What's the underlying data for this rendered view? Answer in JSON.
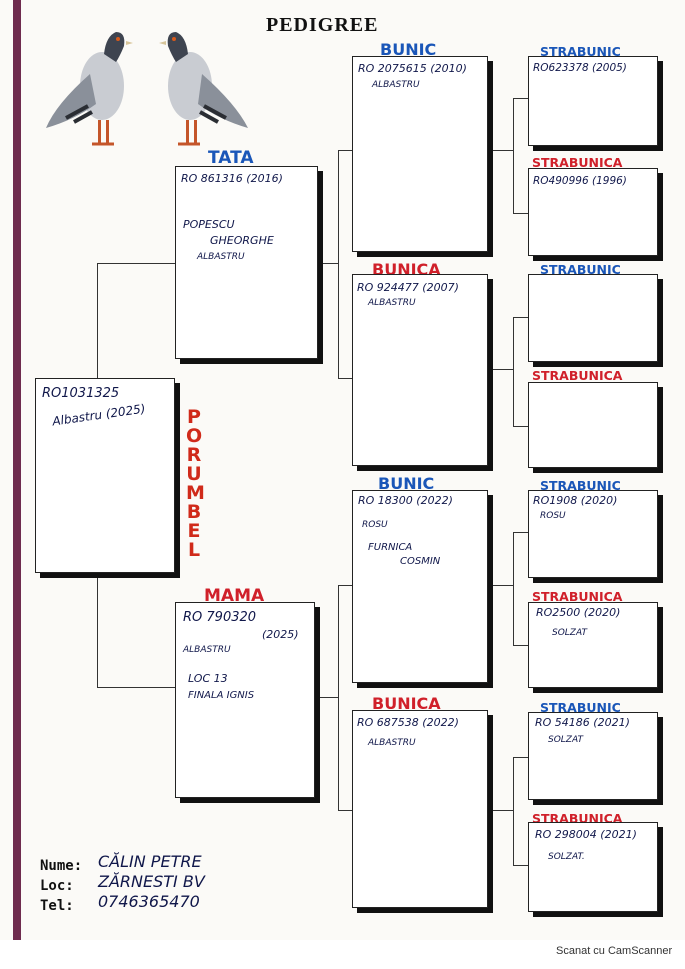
{
  "title": "PEDIGREE",
  "subject": {
    "vertical_label": "PORUMBEL",
    "ring": "RO1031325",
    "detail": "Albastru (2025)"
  },
  "tata": {
    "label": "TATA",
    "ring": "RO 861316 (2016)",
    "line2": "POPESCU",
    "line3": "GHEORGHE",
    "line4": "ALBASTRU"
  },
  "mama": {
    "label": "MAMA",
    "ring": "RO 790320",
    "year": "(2025)",
    "line2": "ALBASTRU",
    "line3": "LOC 13",
    "line4": "FINALA IGNIS"
  },
  "bunic_1": {
    "label": "BUNIC",
    "ring": "RO 2075615 (2010)",
    "line2": "ALBASTRU"
  },
  "bunica_1": {
    "label": "BUNICA",
    "ring": "RO 924477 (2007)",
    "line2": "ALBASTRU"
  },
  "bunic_2": {
    "label": "BUNIC",
    "ring": "RO 18300 (2022)",
    "line2": "ROSU",
    "line3": "FURNICA",
    "line4": "COSMIN"
  },
  "bunica_2": {
    "label": "BUNICA",
    "ring": "RO 687538 (2022)",
    "line2": "ALBASTRU"
  },
  "strabunic_1": {
    "label": "STRABUNIC",
    "ring": "RO623378 (2005)"
  },
  "strabunica_1": {
    "label": "STRABUNICA",
    "ring": "RO490996 (1996)"
  },
  "strabunic_2": {
    "label": "STRABUNIC",
    "ring": ""
  },
  "strabunica_2": {
    "label": "STRABUNICA",
    "ring": ""
  },
  "strabunic_3": {
    "label": "STRABUNIC",
    "ring": "RO1908 (2020)",
    "line2": "ROSU"
  },
  "strabunica_3": {
    "label": "STRABUNICA",
    "ring": "RO2500 (2020)",
    "line2": "SOLZAT"
  },
  "strabunic_4": {
    "label": "STRABUNIC",
    "ring": "RO 54186 (2021)",
    "line2": "SOLZAT"
  },
  "strabunica_4": {
    "label": "STRABUNICA",
    "ring": "RO 298004 (2021)",
    "line2": "SOLZAT."
  },
  "owner": {
    "name_label": "Nume:",
    "name": "CĂLIN PETRE",
    "loc_label": "Loc:",
    "loc": "ZĂRNESTI BV",
    "tel_label": "Tel:",
    "tel": "0746365470"
  },
  "footer": "Scanat cu CamScanner",
  "colors": {
    "blue": "#1a56b8",
    "red": "#d0202a",
    "margin": "#6e2b4e"
  },
  "icons": [
    "pigeon-left-icon",
    "pigeon-right-icon"
  ]
}
